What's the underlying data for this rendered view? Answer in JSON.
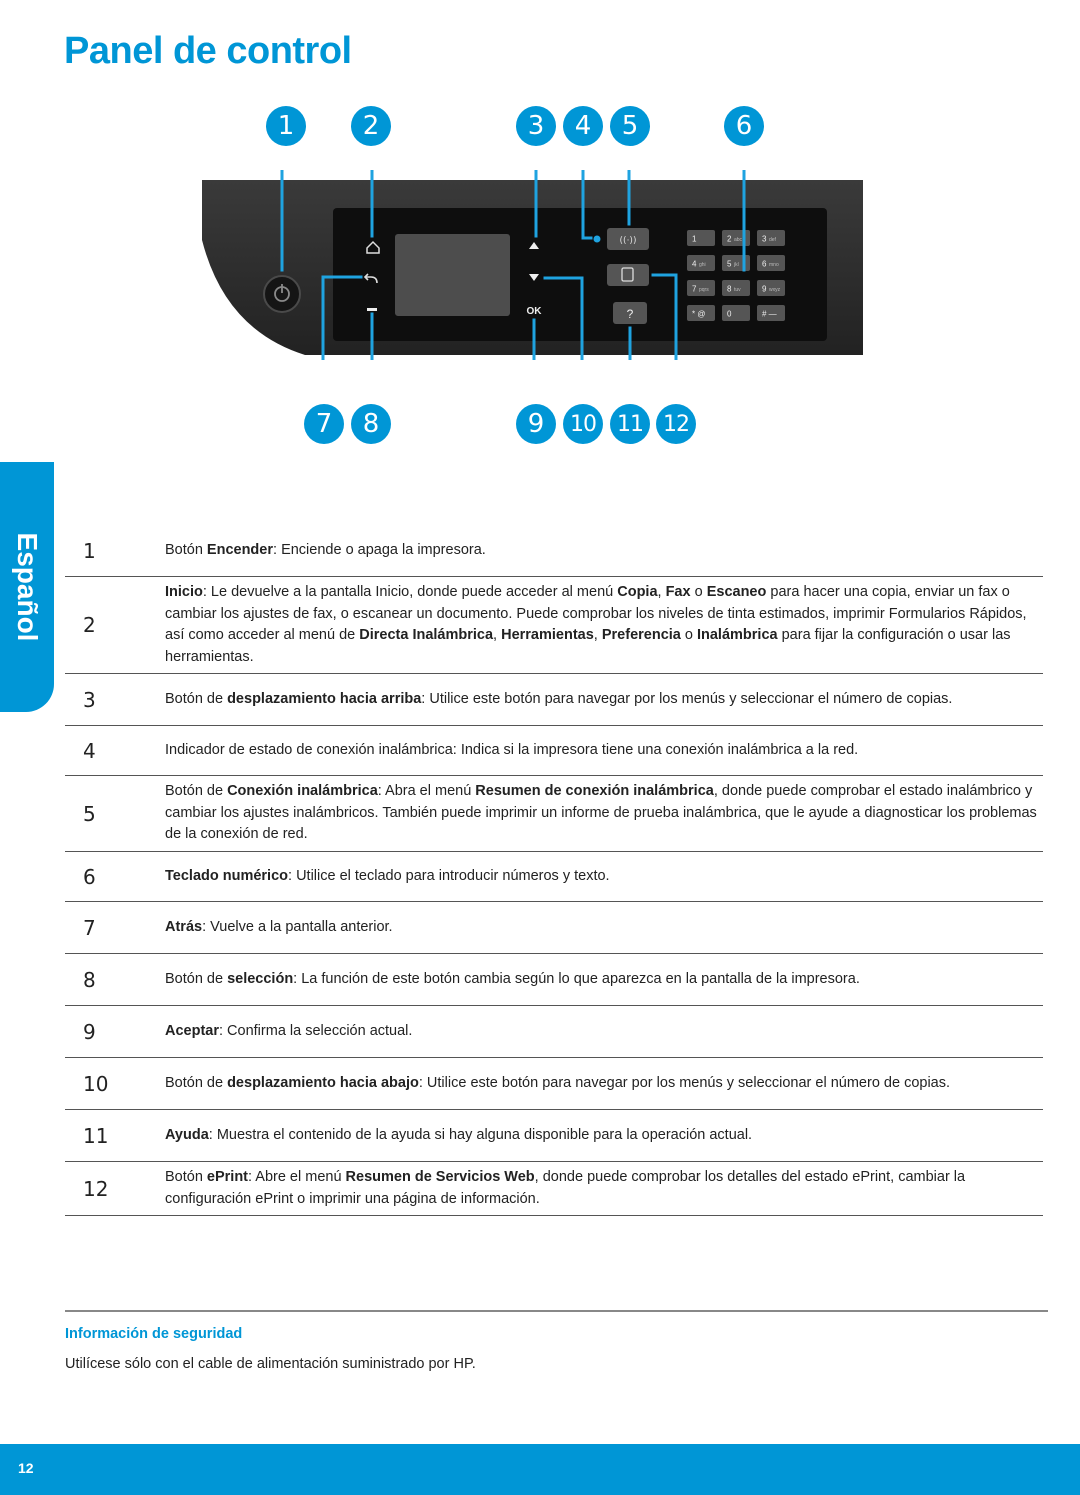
{
  "page_title": "Panel de control",
  "language_tab": "Español",
  "callouts_top": [
    "1",
    "2",
    "3",
    "4",
    "5",
    "6"
  ],
  "callouts_bottom": [
    "7",
    "8",
    "9",
    "10",
    "11",
    "12"
  ],
  "panel": {
    "ok_label": "OK",
    "help_label": "?",
    "keypad": [
      {
        "digit": "1",
        "letters": ""
      },
      {
        "digit": "2",
        "letters": "abc"
      },
      {
        "digit": "3",
        "letters": "def"
      },
      {
        "digit": "4",
        "letters": "ghi"
      },
      {
        "digit": "5",
        "letters": "jkl"
      },
      {
        "digit": "6",
        "letters": "mno"
      },
      {
        "digit": "7",
        "letters": "pqrs"
      },
      {
        "digit": "8",
        "letters": "tuv"
      },
      {
        "digit": "9",
        "letters": "wxyz"
      },
      {
        "digit": "* @",
        "letters": ""
      },
      {
        "digit": "0",
        "letters": ""
      },
      {
        "digit": "# —",
        "letters": ""
      }
    ]
  },
  "items": [
    {
      "num": "1",
      "parts": [
        [
          "Botón ",
          false
        ],
        [
          "Encender",
          true
        ],
        [
          ": Enciende o apaga la impresora.",
          false
        ]
      ]
    },
    {
      "num": "2",
      "parts": [
        [
          "Inicio",
          true
        ],
        [
          ": Le devuelve a la pantalla Inicio, donde puede acceder al menú ",
          false
        ],
        [
          "Copia",
          true
        ],
        [
          ", ",
          false
        ],
        [
          "Fax",
          true
        ],
        [
          " o ",
          false
        ],
        [
          "Escaneo",
          true
        ],
        [
          " para hacer una copia, enviar un fax o cambiar los ajustes de fax, o escanear un documento. Puede comprobar los niveles de tinta estimados, imprimir Formularios Rápidos, así como acceder al menú de ",
          false
        ],
        [
          "Directa Inalámbrica",
          true
        ],
        [
          ", ",
          false
        ],
        [
          "Herramientas",
          true
        ],
        [
          ", ",
          false
        ],
        [
          "Preferencia",
          true
        ],
        [
          " o ",
          false
        ],
        [
          "Inalámbrica",
          true
        ],
        [
          " para fijar la configuración o usar las herramientas.",
          false
        ]
      ]
    },
    {
      "num": "3",
      "parts": [
        [
          "Botón de ",
          false
        ],
        [
          "desplazamiento hacia arriba",
          true
        ],
        [
          ": Utilice este botón para navegar por los menús y seleccionar el número de copias.",
          false
        ]
      ]
    },
    {
      "num": "4",
      "parts": [
        [
          "Indicador de estado de conexión inalámbrica: Indica si la impresora tiene una conexión inalámbrica a la red.",
          false
        ]
      ]
    },
    {
      "num": "5",
      "parts": [
        [
          "Botón de ",
          false
        ],
        [
          "Conexión inalámbrica",
          true
        ],
        [
          ": Abra el menú ",
          false
        ],
        [
          "Resumen de conexión inalámbrica",
          true
        ],
        [
          ", donde puede comprobar el estado inalámbrico y cambiar los ajustes inalámbricos. También puede imprimir un informe de prueba inalámbrica, que le ayude a diagnosticar los problemas de la conexión de red.",
          false
        ]
      ]
    },
    {
      "num": "6",
      "parts": [
        [
          "Teclado numérico",
          true
        ],
        [
          ": Utilice el teclado para introducir números y texto.",
          false
        ]
      ]
    },
    {
      "num": "7",
      "parts": [
        [
          "Atrás",
          true
        ],
        [
          ": Vuelve a la pantalla anterior.",
          false
        ]
      ]
    },
    {
      "num": "8",
      "parts": [
        [
          "Botón de ",
          false
        ],
        [
          "selección",
          true
        ],
        [
          ": La función de este botón cambia según lo que aparezca en la pantalla de la impresora.",
          false
        ]
      ]
    },
    {
      "num": "9",
      "parts": [
        [
          "Aceptar",
          true
        ],
        [
          ": Confirma la selección actual.",
          false
        ]
      ]
    },
    {
      "num": "10",
      "parts": [
        [
          "Botón de ",
          false
        ],
        [
          "desplazamiento hacia abajo",
          true
        ],
        [
          ": Utilice este botón para navegar por los menús y seleccionar el número de copias.",
          false
        ]
      ]
    },
    {
      "num": "11",
      "parts": [
        [
          "Ayuda",
          true
        ],
        [
          ": Muestra el contenido de la ayuda si hay alguna disponible para la operación actual.",
          false
        ]
      ]
    },
    {
      "num": "12",
      "parts": [
        [
          "Botón ",
          false
        ],
        [
          "ePrint",
          true
        ],
        [
          ": Abre el menú ",
          false
        ],
        [
          "Resumen de Servicios Web",
          true
        ],
        [
          ", donde puede comprobar los detalles del estado ePrint, cambiar la configuración ePrint o imprimir una página de información.",
          false
        ]
      ]
    }
  ],
  "safety": {
    "title": "Información de seguridad",
    "text": "Utilícese sólo con el cable de alimentación suministrado por HP."
  },
  "page_number": "12",
  "colors": {
    "accent": "#0096d6",
    "panel": "#2b2b2b",
    "panel_inner": "#111111",
    "indicator": "#1fa3e0"
  }
}
